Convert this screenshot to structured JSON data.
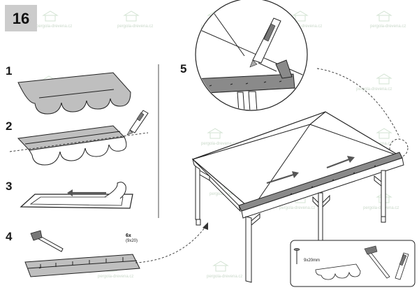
{
  "page_number": "16",
  "steps": {
    "s1": "1",
    "s2": "2",
    "s3": "3",
    "s4": "4",
    "s5": "5"
  },
  "quantity": "6x",
  "quantity_detail": "(9x20)",
  "nail_spec": "9x20mm",
  "watermark": "pergola-drevena.cz",
  "colors": {
    "badge": "#cccccc",
    "shingle": "#bfbfbf",
    "watermark": "#c9d8c9"
  }
}
